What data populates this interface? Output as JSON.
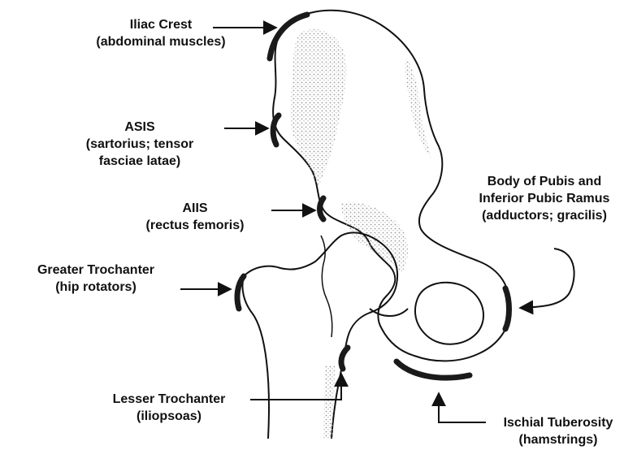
{
  "labels": {
    "iliac_crest": {
      "name": "Iliac Crest",
      "detail": "(abdominal muscles)"
    },
    "asis": {
      "name": "ASIS",
      "detail_1": "(sartorius; tensor",
      "detail_2": "fasciae latae)"
    },
    "aiis": {
      "name": "AIIS",
      "detail": "(rectus femoris)"
    },
    "body_of_pubis": {
      "name_1": "Body of Pubis and",
      "name_2": "Inferior Pubic Ramus",
      "detail": "(adductors; gracilis)"
    },
    "greater_trochanter": {
      "name": "Greater Trochanter",
      "detail": "(hip rotators)"
    },
    "lesser_trochanter": {
      "name": "Lesser Trochanter",
      "detail": "(iliopsoas)"
    },
    "ischial_tuberosity": {
      "name": "Ischial Tuberosity",
      "detail": "(hamstrings)"
    }
  },
  "colors": {
    "line": "#111111",
    "attachment": "#1a1a1a",
    "shading": "#c9c9c9",
    "background": "#ffffff"
  }
}
